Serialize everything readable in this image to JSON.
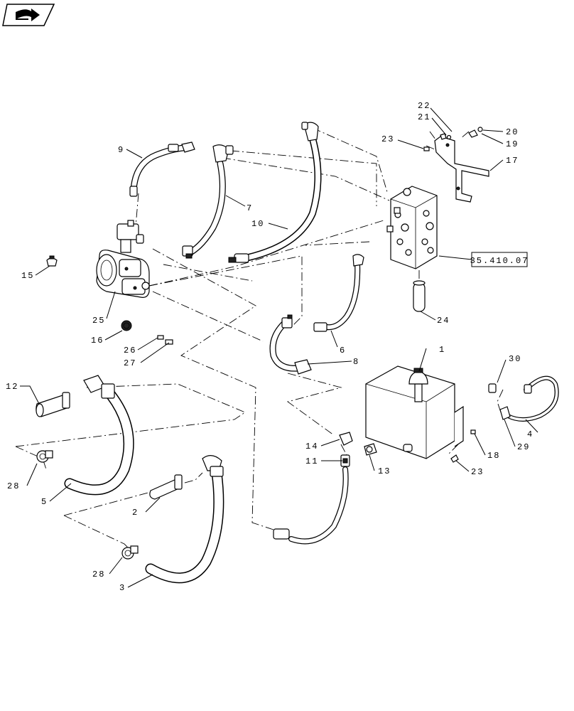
{
  "nav": {
    "icon": "back-arrow-icon"
  },
  "ref_box": {
    "text": "35.410.07"
  },
  "callouts": [
    {
      "id": "c1",
      "text": "1"
    },
    {
      "id": "c2",
      "text": "2"
    },
    {
      "id": "c3",
      "text": "3"
    },
    {
      "id": "c4",
      "text": "4"
    },
    {
      "id": "c5",
      "text": "5"
    },
    {
      "id": "c6",
      "text": "6"
    },
    {
      "id": "c7",
      "text": "7"
    },
    {
      "id": "c8",
      "text": "8"
    },
    {
      "id": "c9",
      "text": "9"
    },
    {
      "id": "c10",
      "text": "10"
    },
    {
      "id": "c11",
      "text": "11"
    },
    {
      "id": "c12",
      "text": "12"
    },
    {
      "id": "c13",
      "text": "13"
    },
    {
      "id": "c14",
      "text": "14"
    },
    {
      "id": "c15",
      "text": "15"
    },
    {
      "id": "c16",
      "text": "16"
    },
    {
      "id": "c17",
      "text": "17"
    },
    {
      "id": "c18",
      "text": "18"
    },
    {
      "id": "c19",
      "text": "19"
    },
    {
      "id": "c20",
      "text": "20"
    },
    {
      "id": "c21",
      "text": "21"
    },
    {
      "id": "c22",
      "text": "22"
    },
    {
      "id": "c23a",
      "text": "23"
    },
    {
      "id": "c23b",
      "text": "23"
    },
    {
      "id": "c24",
      "text": "24"
    },
    {
      "id": "c25",
      "text": "25"
    },
    {
      "id": "c26",
      "text": "26"
    },
    {
      "id": "c27",
      "text": "27"
    },
    {
      "id": "c28a",
      "text": "28"
    },
    {
      "id": "c28b",
      "text": "28"
    },
    {
      "id": "c29",
      "text": "29"
    },
    {
      "id": "c30",
      "text": "30"
    }
  ]
}
